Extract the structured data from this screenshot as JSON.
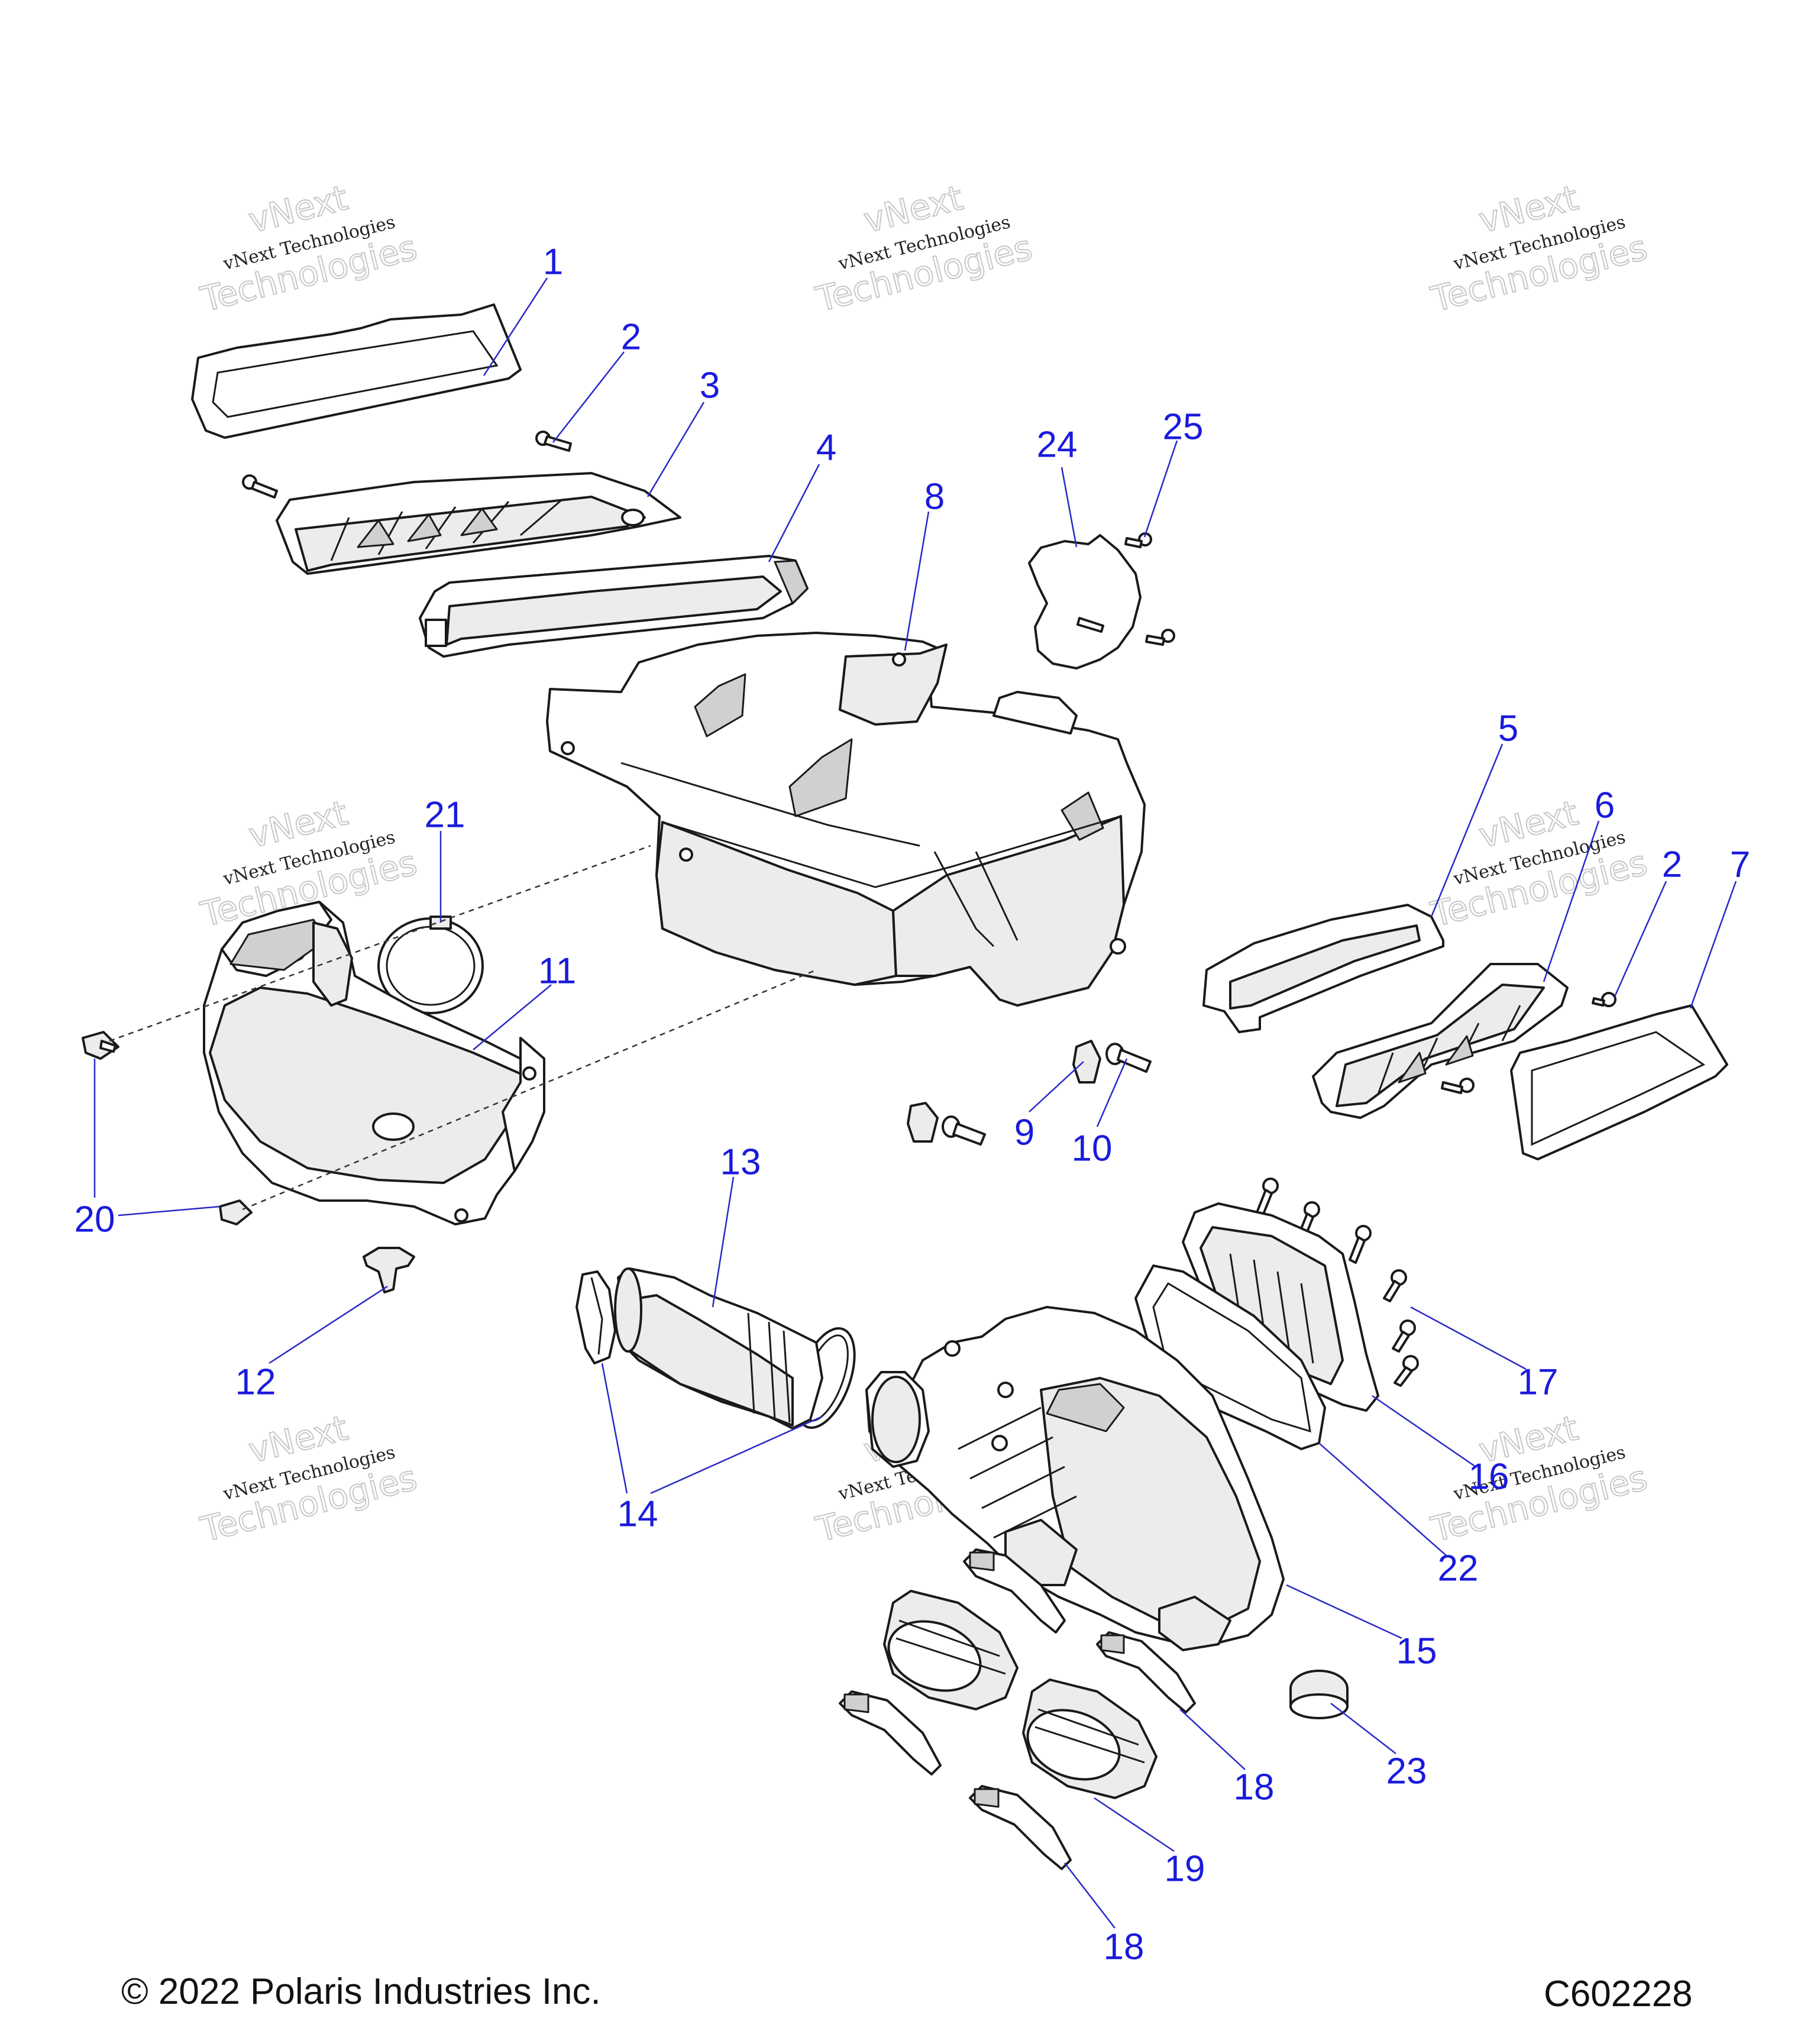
{
  "colors": {
    "label": "#1a1adc",
    "leader": "#2828c8",
    "line": "#1a1a1a"
  },
  "watermark": {
    "line1": "vNext",
    "line2": "vNext Technologies",
    "line3": "Technologies"
  },
  "footer": {
    "copyright": "© 2022 Polaris Industries Inc.",
    "diagram_id": "C602228"
  },
  "callouts": [
    "1",
    "2",
    "3",
    "4",
    "8",
    "24",
    "25",
    "5",
    "6",
    "2",
    "7",
    "21",
    "11",
    "20",
    "9",
    "10",
    "13",
    "12",
    "14",
    "17",
    "16",
    "22",
    "15",
    "23",
    "18",
    "19",
    "18"
  ]
}
